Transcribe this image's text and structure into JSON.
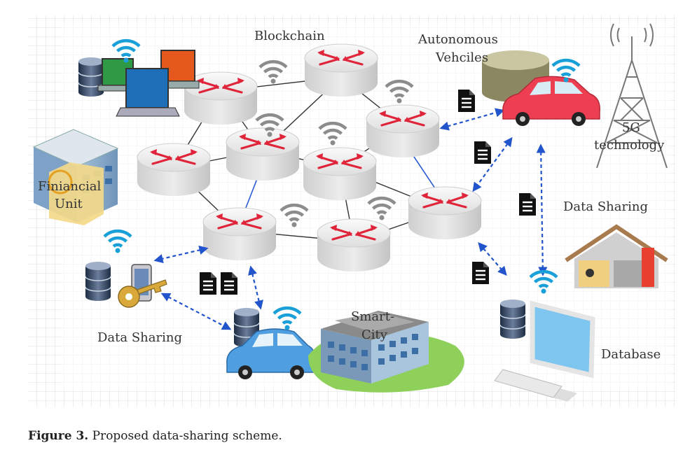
{
  "labels": {
    "blockchain": "Blockchain",
    "autonomous_line1": "Autonomous",
    "autonomous_line2": "Vehciles",
    "fiveg_line1": "5G",
    "fiveg_line2": "technology",
    "financial_line1": "Finiancial",
    "financial_line2": "Unit",
    "data_sharing_right": "Data Sharing",
    "data_sharing_left": "Data Sharing",
    "smart_city_line1": "Smart-",
    "smart_city_line2": "City",
    "database": "Database"
  },
  "caption": {
    "prefix": "Figure 3.",
    "text": " Proposed data-sharing scheme."
  },
  "colors": {
    "router_body": "#e6e6e6",
    "router_arrow": "#e0243a",
    "dashed_link": "#2255cc",
    "wifi_blue": "#1aa0d8",
    "wifi_gray": "#8c8c8c",
    "red_car": "#ee3e52",
    "blue_car": "#4f9fe0"
  },
  "icons": [
    "router-icon",
    "wifi-icon",
    "document-icon",
    "car-icon",
    "tower-icon",
    "building-icon",
    "database-icon",
    "key-icon",
    "house-icon",
    "monitor-icon",
    "laptop-icon"
  ]
}
